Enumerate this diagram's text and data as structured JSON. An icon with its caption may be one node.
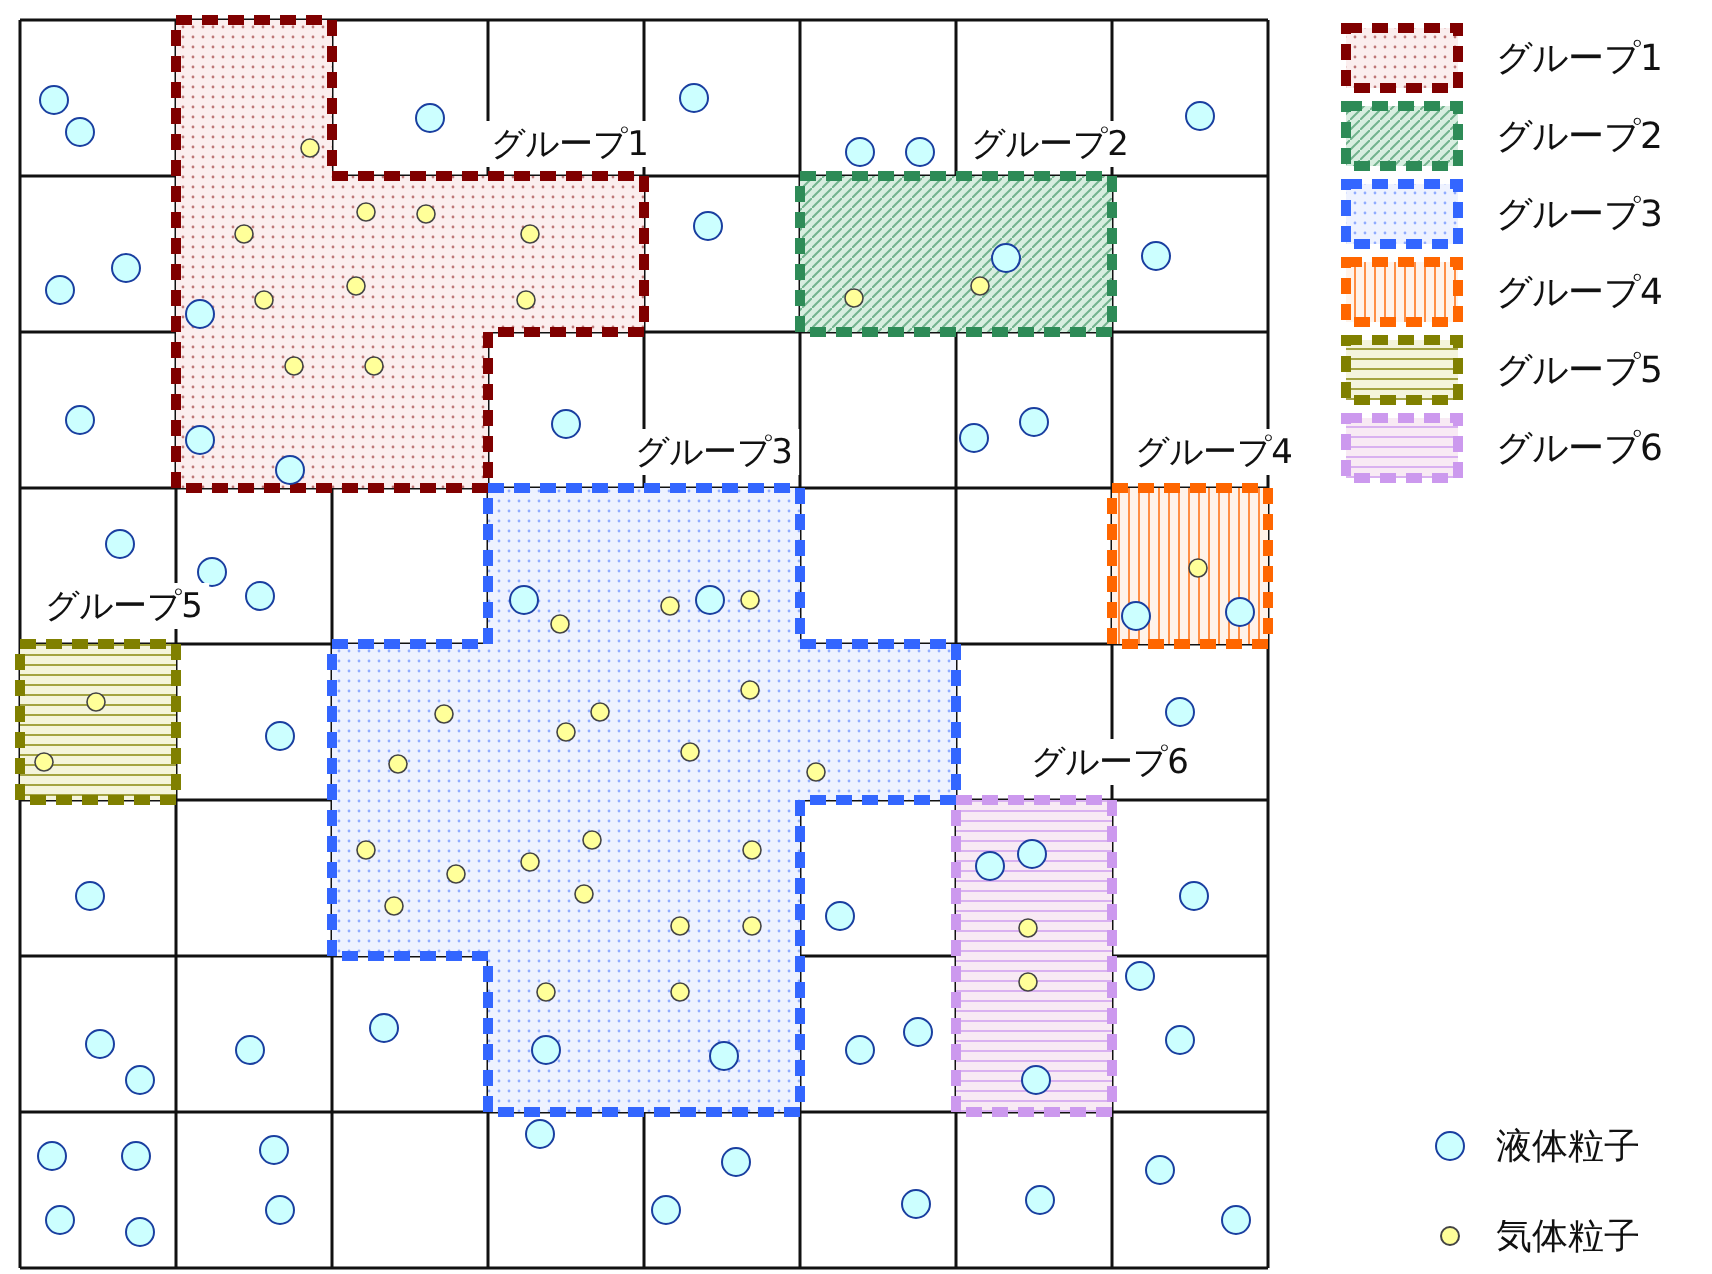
{
  "diagram": {
    "nodes": [
      {
        "text": [
          "グループ1"
        ]
      },
      {
        "text": [
          "グループ2"
        ]
      },
      {
        "text": [
          "グループ3"
        ]
      },
      {
        "text": [
          "グループ4"
        ]
      },
      {
        "text": [
          "グループ5"
        ]
      },
      {
        "text": [
          "グループ6"
        ]
      }
    ],
    "legend": [
      {
        "text": "グループ1",
        "color": "#800000"
      },
      {
        "text": "グループ2",
        "color": "#2e8b57"
      },
      {
        "text": "グループ3",
        "color": "#3366ff"
      },
      {
        "text": "グループ4",
        "color": "#ff6600"
      },
      {
        "text": "グループ5",
        "color": "#808000"
      },
      {
        "text": "グループ6",
        "color": "#cc99ee"
      },
      {
        "text": "液体粒子"
      },
      {
        "text": "気体粒子"
      }
    ]
  }
}
